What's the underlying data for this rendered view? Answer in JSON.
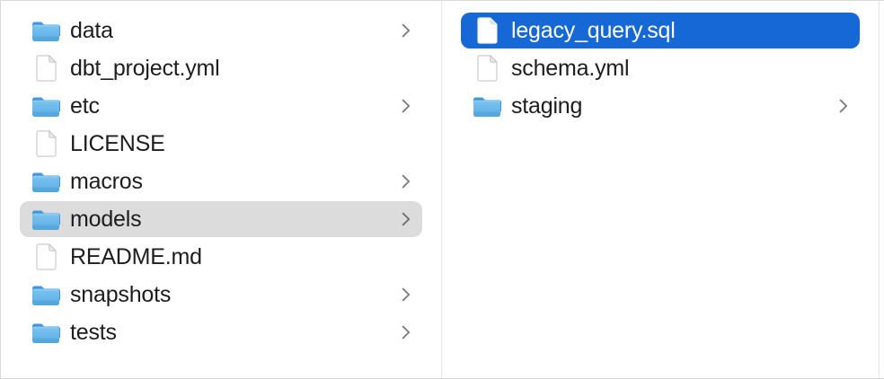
{
  "window": {
    "app": "Finder",
    "view": "column-view"
  },
  "columns": [
    {
      "name": "left-column",
      "items": [
        {
          "label": "data",
          "kind": "folder",
          "chevron": true,
          "selected": false
        },
        {
          "label": "dbt_project.yml",
          "kind": "file",
          "chevron": false,
          "selected": false
        },
        {
          "label": "etc",
          "kind": "folder",
          "chevron": true,
          "selected": false
        },
        {
          "label": "LICENSE",
          "kind": "file",
          "chevron": false,
          "selected": false
        },
        {
          "label": "macros",
          "kind": "folder",
          "chevron": true,
          "selected": false
        },
        {
          "label": "models",
          "kind": "folder",
          "chevron": true,
          "selected": true,
          "selection_style": "inactive"
        },
        {
          "label": "README.md",
          "kind": "file",
          "chevron": false,
          "selected": false
        },
        {
          "label": "snapshots",
          "kind": "folder",
          "chevron": true,
          "selected": false
        },
        {
          "label": "tests",
          "kind": "folder",
          "chevron": true,
          "selected": false
        }
      ]
    },
    {
      "name": "right-column",
      "items": [
        {
          "label": "legacy_query.sql",
          "kind": "file",
          "chevron": false,
          "selected": true,
          "selection_style": "active"
        },
        {
          "label": "schema.yml",
          "kind": "file",
          "chevron": false,
          "selected": false
        },
        {
          "label": "staging",
          "kind": "folder",
          "chevron": true,
          "selected": false
        }
      ]
    }
  ],
  "icons": {
    "folder": "folder-icon",
    "file": "file-icon",
    "chevron": "chevron-right-icon"
  },
  "colors": {
    "selection_active": "#1768d7",
    "selection_inactive": "#dcdcdc",
    "divider": "#e4e4e4",
    "border": "#d9d9d9",
    "text": "#1d1d1f",
    "text_selected": "#ffffff",
    "chevron": "#7d7d7d",
    "folder_blue_light": "#7cc3f0",
    "folder_blue_dark": "#54a6da",
    "background": "#ffffff"
  }
}
